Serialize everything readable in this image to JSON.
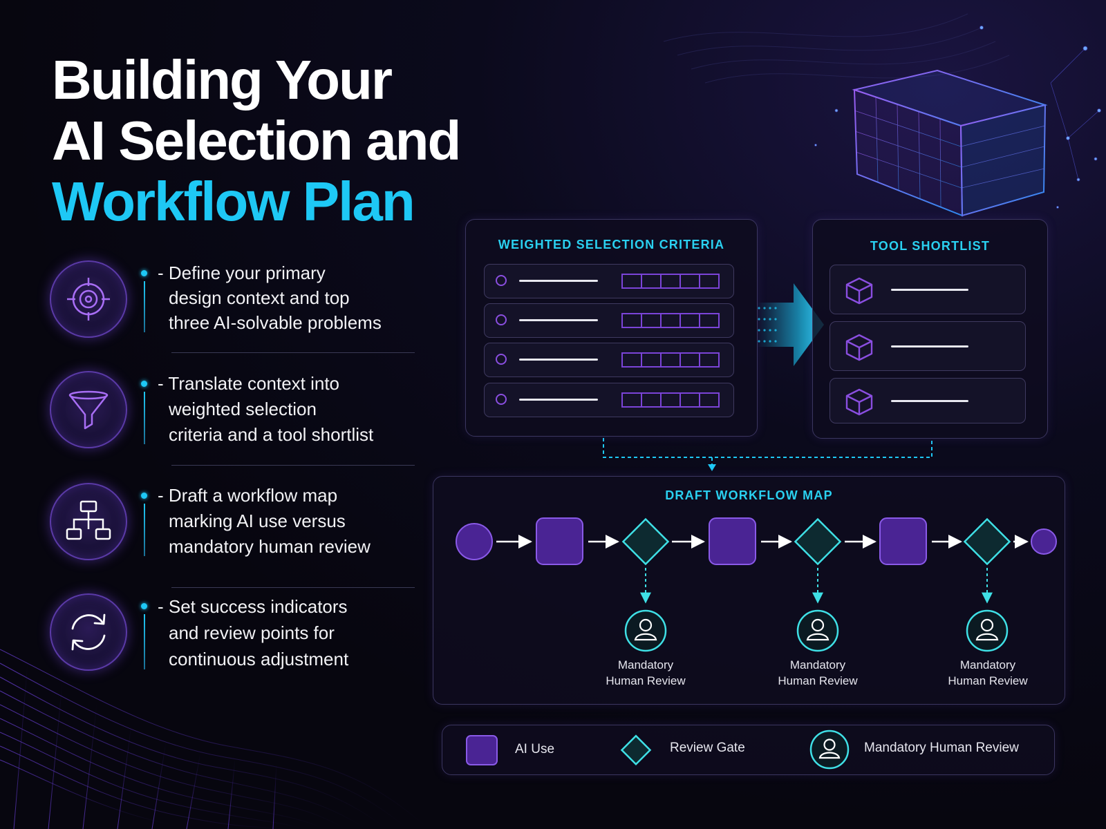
{
  "title": {
    "line1": "Building Your",
    "line2": "AI Selection and",
    "line3": "Workflow Plan"
  },
  "steps": [
    {
      "icon": "target-icon",
      "lines": [
        "- Define your primary",
        "design context and top",
        "three AI-solvable problems"
      ]
    },
    {
      "icon": "funnel-icon",
      "lines": [
        "- Translate context into",
        "weighted selection",
        "criteria and a tool shortlist"
      ]
    },
    {
      "icon": "hierarchy-icon",
      "lines": [
        "- Draft a workflow map",
        "marking AI use versus",
        "mandatory human review"
      ]
    },
    {
      "icon": "refresh-icon",
      "lines": [
        "- Set success indicators",
        "and review points for",
        "continuous adjustment"
      ]
    }
  ],
  "criteria_panel": {
    "title": "WEIGHTED SELECTION CRITERIA",
    "rows": 4,
    "boxes_per_row": 5
  },
  "shortlist_panel": {
    "title": "TOOL SHORTLIST",
    "rows": 3,
    "icon": "cube-icon"
  },
  "workflow_panel": {
    "title": "DRAFT WORKFLOW MAP",
    "nodes": [
      "start",
      "ai-use",
      "review-gate",
      "ai-use",
      "review-gate",
      "ai-use",
      "review-gate",
      "end"
    ],
    "review_labels": [
      {
        "line1": "Mandatory",
        "line2": "Human Review"
      },
      {
        "line1": "Mandatory",
        "line2": "Human Review"
      },
      {
        "line1": "Mandatory",
        "line2": "Human Review"
      }
    ]
  },
  "legend": {
    "ai_use": "AI Use",
    "review_gate": "Review Gate",
    "human_review": "Mandatory Human Review"
  },
  "colors": {
    "accent_cyan": "#1ec8f5",
    "purple": "#5a2fa8",
    "gate_teal": "#3fe0e6",
    "background": "#07060f"
  }
}
